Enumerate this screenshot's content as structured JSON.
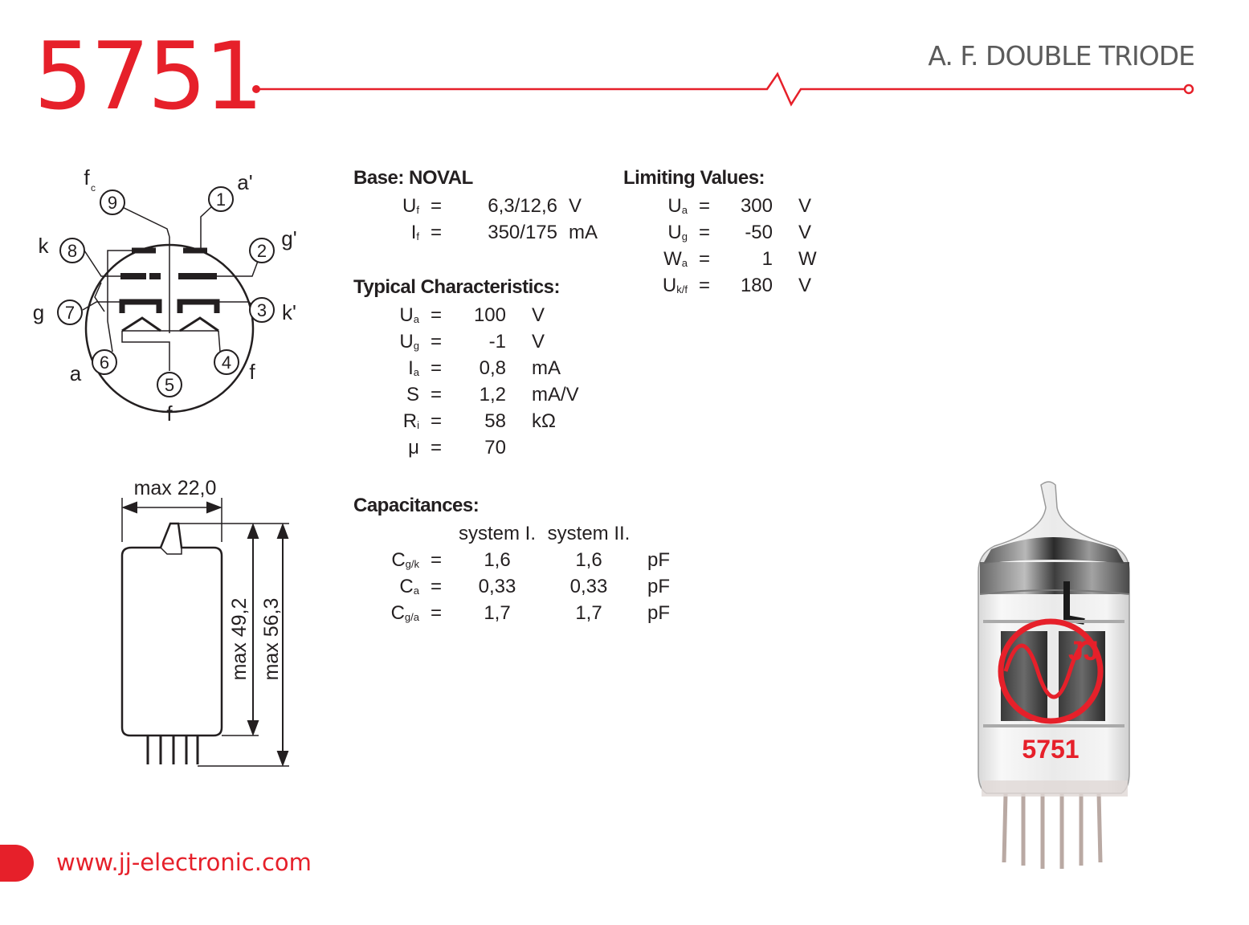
{
  "header": {
    "tube_number": "5751",
    "tube_type": "A. F. DOUBLE TRIODE",
    "accent_color": "#e6202a"
  },
  "pin_diagram": {
    "pins": [
      "1",
      "2",
      "3",
      "4",
      "5",
      "6",
      "7",
      "8",
      "9"
    ],
    "labels": {
      "p1": "a'",
      "p2": "g'",
      "p3": "k'",
      "p4": "f",
      "p5": "f",
      "p6": "a",
      "p7": "g",
      "p8": "k",
      "p9": "f",
      "p9_sub": "c"
    }
  },
  "dimensions": {
    "width_label": "max 22,0",
    "body_height_label": "max 49,2",
    "total_height_label": "max 56,3"
  },
  "base": {
    "label": "Base:",
    "value": "NOVAL"
  },
  "heater": [
    {
      "sym": "U",
      "sub": "f",
      "eq": "=",
      "value": "6,3/12,6",
      "unit": "V"
    },
    {
      "sym": "I",
      "sub": "f",
      "eq": "=",
      "value": "350/175",
      "unit": "mA"
    }
  ],
  "typical": {
    "title": "Typical Characteristics:",
    "rows": [
      {
        "sym": "U",
        "sub": "a",
        "eq": "=",
        "value": "100",
        "unit": "V"
      },
      {
        "sym": "U",
        "sub": "g",
        "eq": "=",
        "value": "-1",
        "unit": "V"
      },
      {
        "sym": "I",
        "sub": "a",
        "eq": "=",
        "value": "0,8",
        "unit": "mA"
      },
      {
        "sym": "S",
        "sub": "",
        "eq": "=",
        "value": "1,2",
        "unit": "mA/V"
      },
      {
        "sym": "R",
        "sub": "i",
        "eq": "=",
        "value": "58",
        "unit": "kΩ"
      },
      {
        "sym": "μ",
        "sub": "",
        "eq": "=",
        "value": "70",
        "unit": ""
      }
    ]
  },
  "limiting": {
    "title": "Limiting Values:",
    "rows": [
      {
        "sym": "U",
        "sub": "a",
        "eq": "=",
        "value": "300",
        "unit": "V"
      },
      {
        "sym": "U",
        "sub": "g",
        "eq": "=",
        "value": "-50",
        "unit": "V"
      },
      {
        "sym": "W",
        "sub": "a",
        "eq": "=",
        "value": "1",
        "unit": "W"
      },
      {
        "sym": "U",
        "sub": "k/f",
        "eq": "=",
        "value": "180",
        "unit": "V"
      }
    ]
  },
  "capacitances": {
    "title": "Capacitances:",
    "col1": "system I.",
    "col2": "system II.",
    "rows": [
      {
        "sym": "C",
        "sub": "g/k",
        "eq": "=",
        "v1": "1,6",
        "v2": "1,6",
        "unit": "pF"
      },
      {
        "sym": "C",
        "sub": "a",
        "eq": "=",
        "v1": "0,33",
        "v2": "0,33",
        "unit": "pF"
      },
      {
        "sym": "C",
        "sub": "g/a",
        "eq": "=",
        "v1": "1,7",
        "v2": "1,7",
        "unit": "pF"
      }
    ]
  },
  "tube_photo": {
    "print": "5751",
    "logo": "JJ"
  },
  "footer": {
    "url": "www.jj-electronic.com"
  }
}
